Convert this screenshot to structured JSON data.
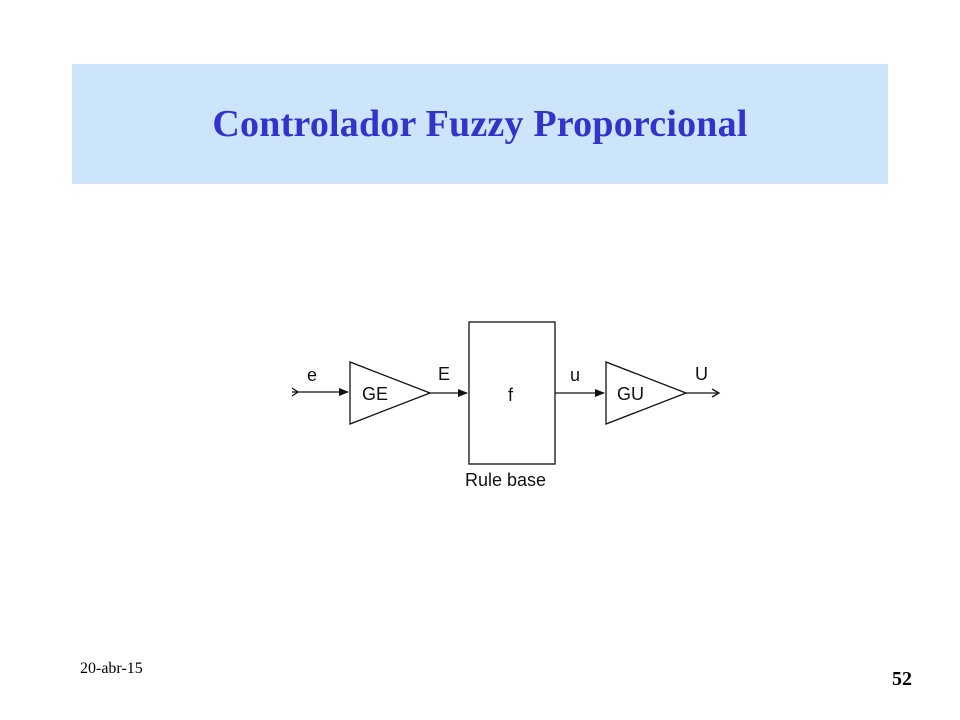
{
  "slide": {
    "title": "Controlador Fuzzy Proporcional",
    "date": "20-abr-15",
    "page_number": "52"
  },
  "diagram": {
    "input_signal": "e",
    "gain_in_label": "GE",
    "scaled_signal": "E",
    "rule_block_label": "f",
    "rule_block_caption": "Rule base",
    "output_signal": "u",
    "gain_out_label": "GU",
    "final_signal": "U"
  },
  "colors": {
    "title_band": "#cce5fb",
    "title_text": "#3333cc"
  }
}
